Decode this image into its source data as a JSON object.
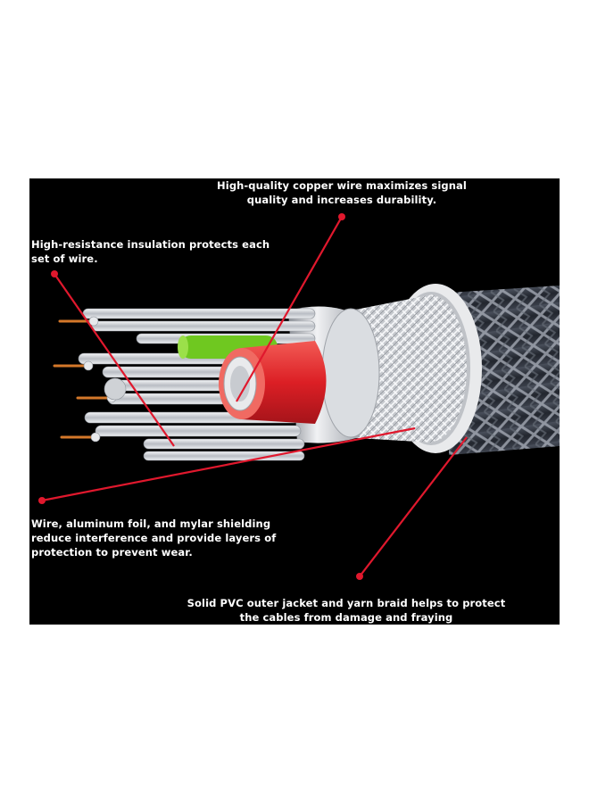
{
  "captions": {
    "copper": "High-quality copper wire maximizes signal quality and increases durability.",
    "insulation": "High-resistance insulation protects each set of wire.",
    "shielding": "Wire, aluminum foil, and mylar shielding reduce interference and provide layers of protection to prevent wear.",
    "jacket": "Solid PVC outer jacket and yarn braid helps to protect the cables from damage and fraying"
  },
  "colors": {
    "background": "#000000",
    "pointer": "#e0182d",
    "text": "#ffffff",
    "core_red": "#e3262b",
    "core_green": "#6fc820",
    "copper": "#d4782a",
    "braid": "#2a2f3a",
    "foil": "#c9ccd1"
  },
  "icons": [
    "pointer-dot-icon",
    "copper-strand-icon"
  ]
}
